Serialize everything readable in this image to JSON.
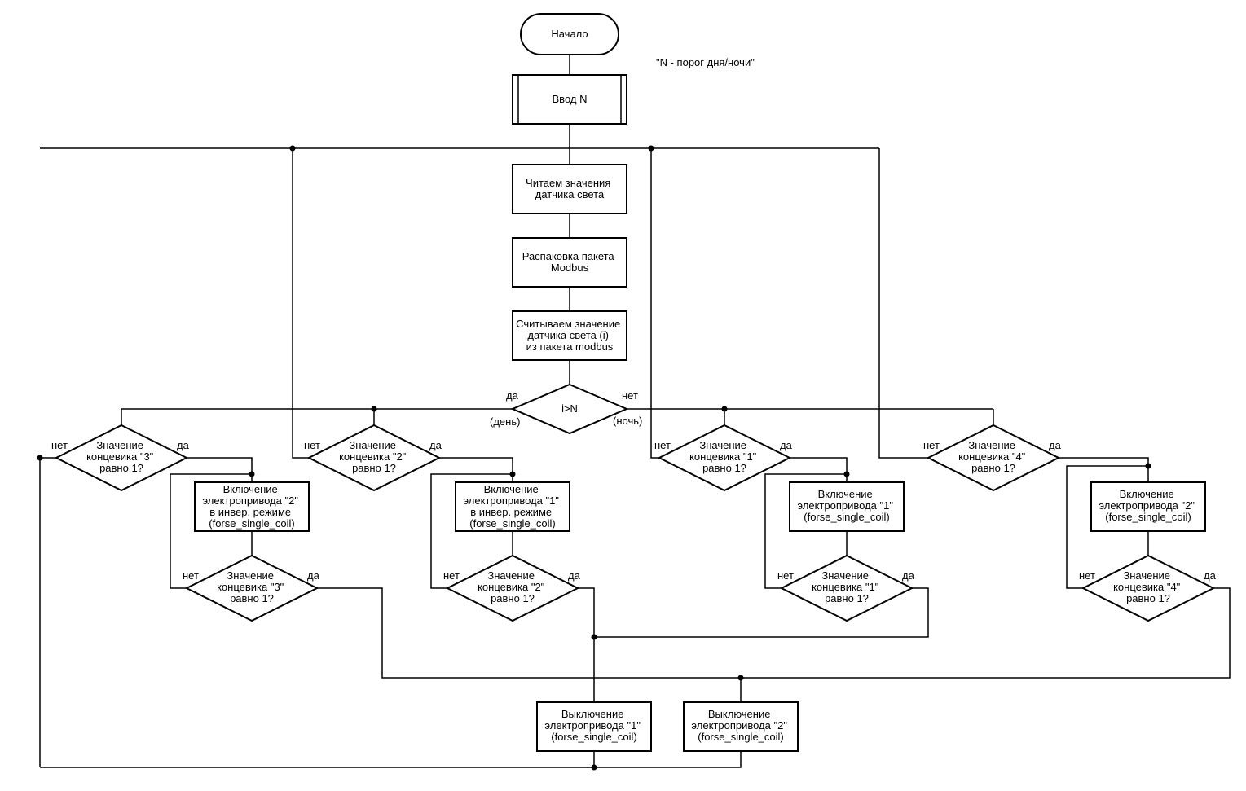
{
  "start": "Начало",
  "note": "\"N - порог дня/ночи\"",
  "input_n": "Ввод N",
  "read_sensor": [
    "Читаем значения",
    "датчика света"
  ],
  "unpack": [
    "Распаковка пакета",
    "Modbus"
  ],
  "read_value": [
    "Считываем значение",
    "датчика света (i)",
    "из пакета modbus"
  ],
  "main_decision": {
    "text": "i>N",
    "yes": "да",
    "yes_note": "(день)",
    "no": "нет",
    "no_note": "(ночь)"
  },
  "branch_labels": {
    "yes": "да",
    "no": "нет"
  },
  "checks": {
    "limit3": [
      "Значение",
      "концевика \"3\"",
      "равно 1?"
    ],
    "limit2": [
      "Значение",
      "концевика \"2\"",
      "равно 1?"
    ],
    "limit1": [
      "Значение",
      "концевика \"1\"",
      "равно 1?"
    ],
    "limit4": [
      "Значение",
      "концевика \"4\"",
      "равно 1?"
    ]
  },
  "actions": {
    "drive2_inv_on": [
      "Включение",
      "электропривода \"2\"",
      "в инвер. режиме",
      "(forse_single_coil)"
    ],
    "drive1_inv_on": [
      "Включение",
      "электропривода \"1\"",
      "в инвер. режиме",
      "(forse_single_coil)"
    ],
    "drive1_on": [
      "Включение",
      "электропривода \"1\"",
      "(forse_single_coil)"
    ],
    "drive2_on": [
      "Включение",
      "электропривода \"2\"",
      "(forse_single_coil)"
    ],
    "drive1_off": [
      "Выключение",
      "электропривода \"1\"",
      "(forse_single_coil)"
    ],
    "drive2_off": [
      "Выключение",
      "электропривода \"2\"",
      "(forse_single_coil)"
    ]
  }
}
